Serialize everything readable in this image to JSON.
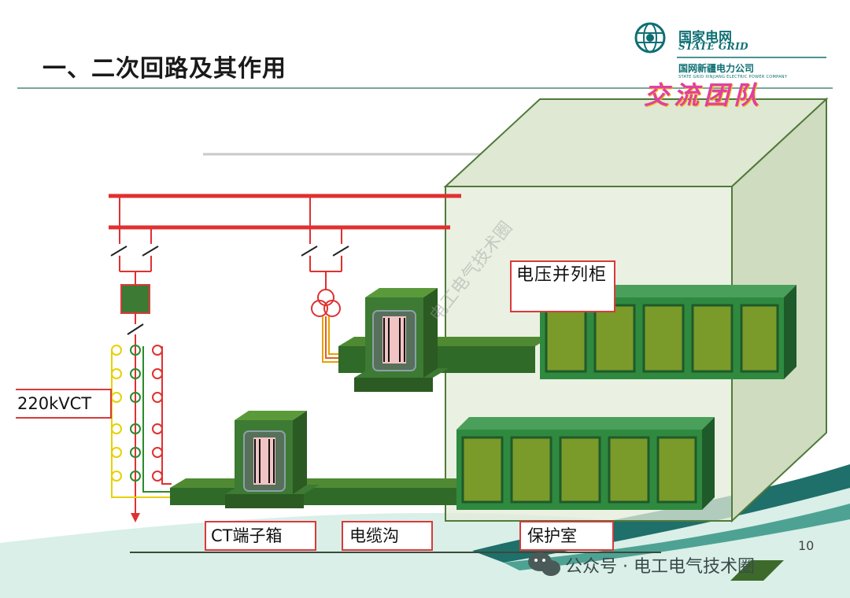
{
  "slide": {
    "title": "一、二次回路及其作用",
    "page_number": "10"
  },
  "logo": {
    "cn": "国家电网",
    "en": "STATE GRID",
    "company_cn": "国网新疆电力公司",
    "company_en": "STATE GRID XINJIANG ELECTRIC POWER COMPANY",
    "slogan": "交流团队"
  },
  "labels": {
    "vt_panel": "电压并列柜",
    "ct": "220kVCT",
    "ct_box": "CT端子箱",
    "cable_trench": "电缆沟",
    "protection_room": "保护室"
  },
  "watermark": {
    "text": "公众号 · 电工电气技术圈",
    "diagonal": "电工电气技术圈"
  },
  "colors": {
    "busbar": "#e03030",
    "label_border": "#d83a3a",
    "cabinet": "#2f8a3f",
    "cabinet_panel": "#6b8f2a",
    "room": "#d7e2c8",
    "ct_coil_yellow": "#e8d100",
    "ct_coil_green": "#2a8a2a",
    "ct_coil_red": "#e03030"
  }
}
